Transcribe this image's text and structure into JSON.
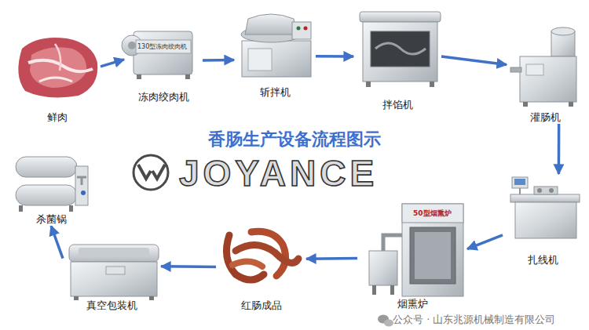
{
  "diagram": {
    "title": "香肠生产设备流程图示",
    "nodes": [
      {
        "text": [
          "鲜肉"
        ]
      },
      {
        "text": [
          "冻肉绞肉机"
        ]
      },
      {
        "text": [
          "斩拌机"
        ]
      },
      {
        "text": [
          "拌馅机"
        ]
      },
      {
        "text": [
          "灌肠机"
        ]
      },
      {
        "text": [
          "扎线机"
        ]
      },
      {
        "text": [
          "烟熏炉"
        ]
      },
      {
        "text": [
          "红肠成品"
        ]
      },
      {
        "text": [
          "真空包装机"
        ]
      },
      {
        "text": [
          "杀菌锅"
        ]
      }
    ],
    "edges": [
      {
        "from": 0,
        "to": 1,
        "arrow": "to"
      },
      {
        "from": 1,
        "to": 2,
        "arrow": "to"
      },
      {
        "from": 2,
        "to": 3,
        "arrow": "to"
      },
      {
        "from": 3,
        "to": 4,
        "arrow": "to"
      },
      {
        "from": 4,
        "to": 5,
        "arrow": "to"
      },
      {
        "from": 5,
        "to": 6,
        "arrow": "to"
      },
      {
        "from": 6,
        "to": 7,
        "arrow": "to"
      },
      {
        "from": 7,
        "to": 8,
        "arrow": "to"
      },
      {
        "from": 8,
        "to": 9,
        "arrow": "to"
      }
    ],
    "labels": [
      "130型冻肉绞肉机",
      "JOYANCE",
      "50型烟熏炉",
      "公众号 · 山东兆源机械制造有限公司"
    ]
  }
}
